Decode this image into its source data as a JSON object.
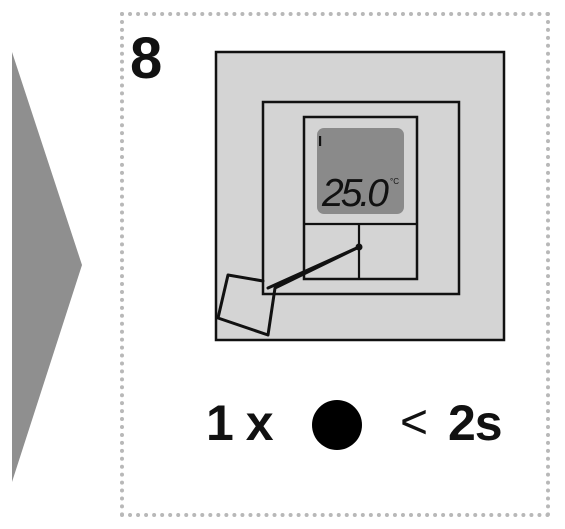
{
  "step_number": "8",
  "display": {
    "indicator": "I",
    "temperature": "25.0",
    "unit": "°C"
  },
  "instruction": {
    "count": "1 x",
    "button_icon": "filled-circle-icon",
    "comparator": "<",
    "duration": "2s"
  },
  "colors": {
    "arrow": "#8f8f8f",
    "panel": "#d4d4d4",
    "display_bg": "#8a8a8a",
    "frame_dots": "#b8b8b8"
  }
}
